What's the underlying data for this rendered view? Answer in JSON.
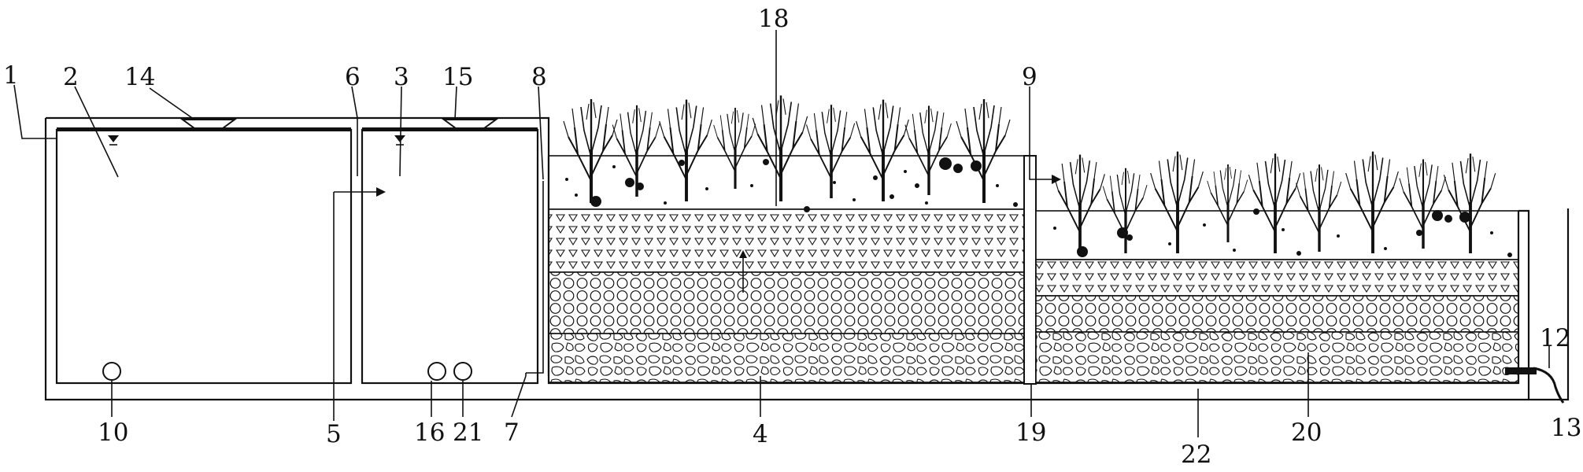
{
  "labels": {
    "l1": "1",
    "l2": "2",
    "l3": "3",
    "l4": "4",
    "l5": "5",
    "l6": "6",
    "l7": "7",
    "l8": "8",
    "l9": "9",
    "l10": "10",
    "l12": "12",
    "l13": "13",
    "l14": "14",
    "l15": "15",
    "l16": "16",
    "l18": "18",
    "l19": "19",
    "l20": "20",
    "l21": "21",
    "l22": "22"
  }
}
